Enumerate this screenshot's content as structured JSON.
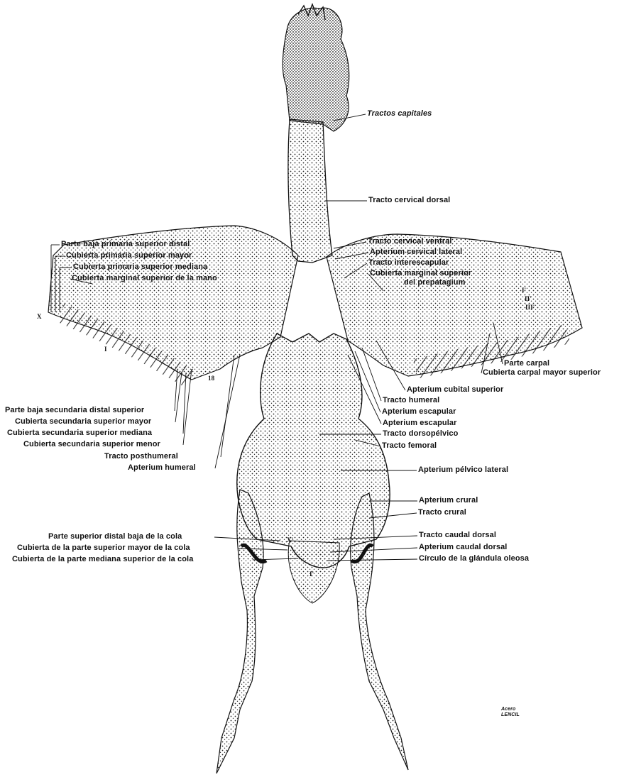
{
  "figure": {
    "right_labels": [
      "Tractos capitales",
      "Tracto cervical dorsal",
      "Tracto cervical ventral",
      "Apterium cervical lateral",
      "Tracto interescapular",
      "Cubierta marginal superior",
      "del prepatagium",
      "Parte carpal",
      "Cubierta carpal mayor superior",
      "Apterium cubital superior",
      "Tracto humeral",
      "Apterium escapular",
      "Apterium escapular",
      "Tracto dorsopélvico",
      "Tracto femoral",
      "Apterium pélvico lateral",
      "Apterium crural",
      "Tracto crural",
      "Tracto caudal dorsal",
      "Apterium caudal dorsal",
      "Círculo de la glándula oleosa"
    ],
    "left_labels": [
      "Parte baja primaria superior distal",
      "Cubierta primaria superior mayor",
      "Cubierta primaria superior mediana",
      "Cubierta marginal superior de la mano",
      "Parte baja secundaria distal superior",
      "Cubierta secundaria superior mayor",
      "Cubierta secundaria superior mediana",
      "Cubierta secundaria superior menor",
      "Tracto posthumeral",
      "Apterium humeral",
      "Parte superior distal baja de la cola",
      "Cubierta de la parte superior mayor de la cola",
      "Cubierta de la parte mediana superior de la cola"
    ],
    "markers": [
      "X",
      "I",
      "18",
      "I'",
      "II'",
      "III'",
      "X'",
      "I'"
    ],
    "signature": "Acero LENCIL"
  },
  "colors": {
    "ink": "#111111",
    "paper": "#ffffff",
    "stipple": "#222222"
  }
}
